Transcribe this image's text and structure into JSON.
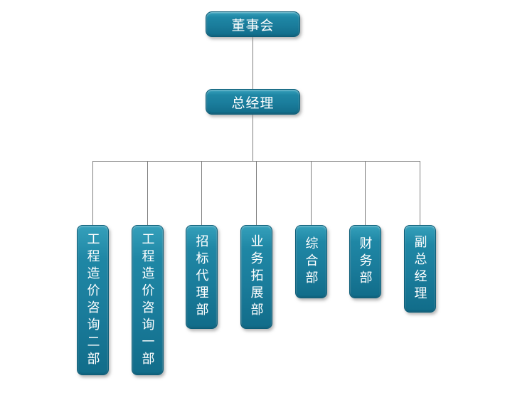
{
  "diagram": {
    "type": "org-chart",
    "colors": {
      "node_fill": "#1d7f9c",
      "node_fill_highlight": "#35a0bb",
      "node_fill_shadow": "#116c89",
      "node_border": "#0a5d78",
      "node_text": "#ffffff",
      "connector": "#7f7f7f",
      "background": "#ffffff"
    },
    "root": {
      "label": "董事会"
    },
    "manager": {
      "label": "总经理"
    },
    "departments": [
      {
        "label": "工程造价咨询二部"
      },
      {
        "label": "工程造价咨询一部"
      },
      {
        "label": "招标代理部"
      },
      {
        "label": "业务拓展部"
      },
      {
        "label": "综合部"
      },
      {
        "label": "财务部"
      },
      {
        "label": "副总经理"
      }
    ]
  }
}
